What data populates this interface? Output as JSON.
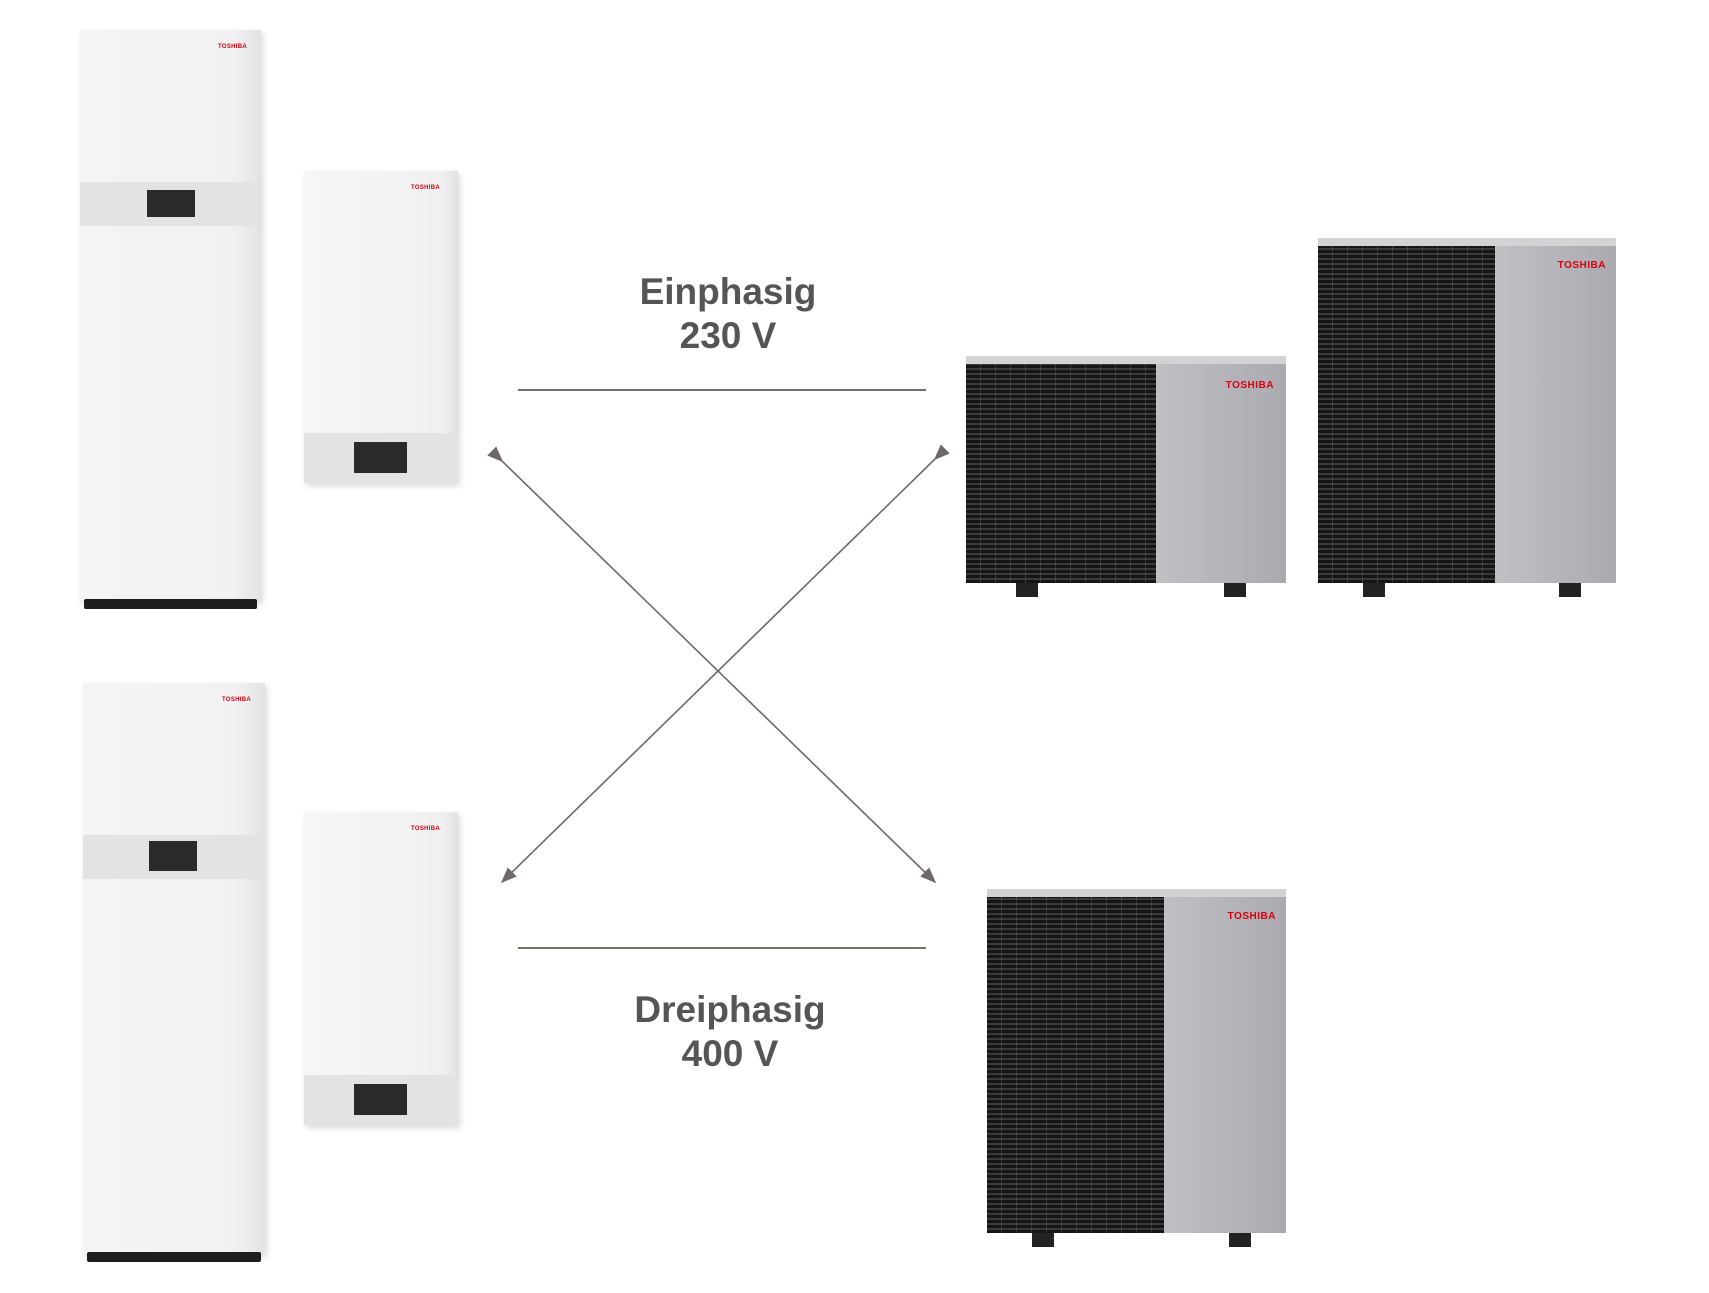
{
  "brand": "TOSHIBA",
  "single_phase": {
    "title": "Einphasig",
    "voltage": "230 V"
  },
  "three_phase": {
    "title": "Dreiphasig",
    "voltage": "400 V"
  },
  "colors": {
    "line": "#7a6e6b",
    "text": "#555555",
    "brand": "#d9000d"
  }
}
